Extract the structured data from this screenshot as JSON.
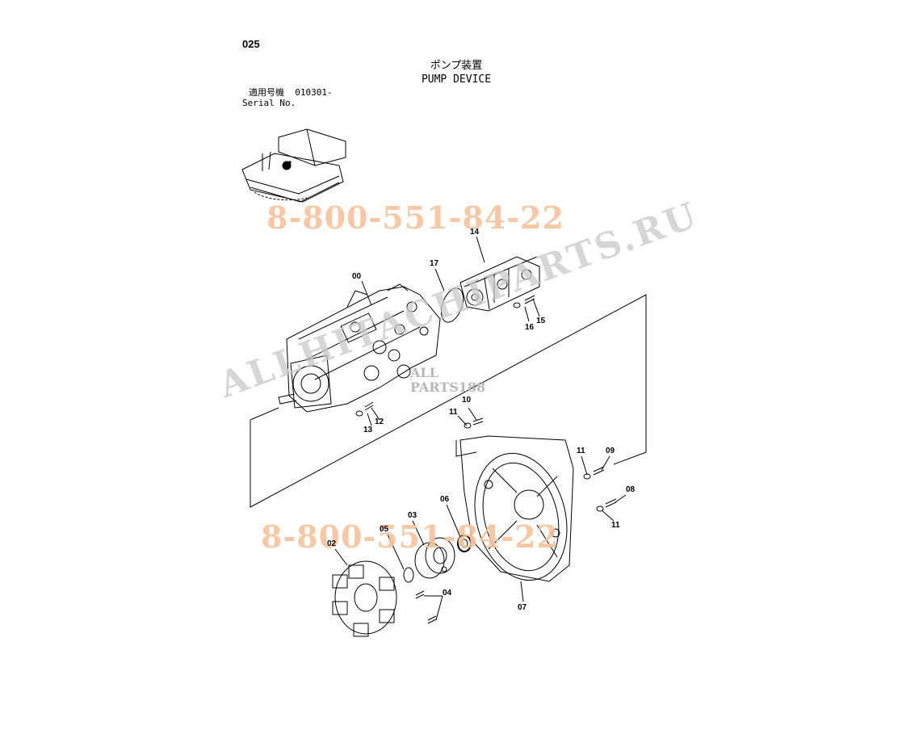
{
  "page_number": "025",
  "title": {
    "japanese": "ポンプ装置",
    "english": "PUMP DEVICE"
  },
  "serial": {
    "label_jp": "適用号機",
    "value": "010301-",
    "label_en": "Serial No."
  },
  "watermarks": {
    "phone_top": "8-800-551-84-22",
    "phone_bottom": "8-800-551-84-22",
    "site": "ALLHITACHIPARTS.RU",
    "logo_line1": "ALL",
    "logo_line2": "PARTS188"
  },
  "colors": {
    "phone_watermark": "#f7c39a",
    "site_watermark": "#c9c9c9",
    "line": "#000000"
  },
  "part_labels": {
    "p00": "00",
    "p02": "02",
    "p03": "03",
    "p04": "04",
    "p05": "05",
    "p06": "06",
    "p07": "07",
    "p08": "08",
    "p09": "09",
    "p10": "10",
    "p11a": "11",
    "p11b": "11",
    "p11c": "11",
    "p12": "12",
    "p13": "13",
    "p14": "14",
    "p15": "15",
    "p16": "16",
    "p17": "17"
  }
}
